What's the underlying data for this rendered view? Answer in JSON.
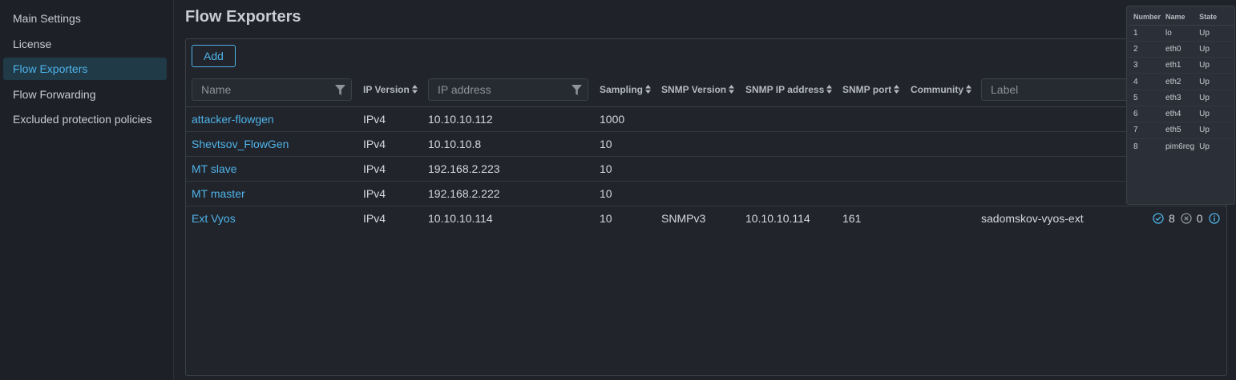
{
  "sidebar": {
    "items": [
      {
        "label": "Main Settings",
        "active": false
      },
      {
        "label": "License",
        "active": false
      },
      {
        "label": "Flow Exporters",
        "active": true
      },
      {
        "label": "Flow Forwarding",
        "active": false
      },
      {
        "label": "Excluded protection policies",
        "active": false
      }
    ]
  },
  "page": {
    "title": "Flow Exporters",
    "add_label": "Add"
  },
  "table": {
    "filters": {
      "name_placeholder": "Name",
      "ip_placeholder": "IP address",
      "label_placeholder": "Label"
    },
    "headers": {
      "ip_version": "IP Version",
      "sampling": "Sampling",
      "snmp_version": "SNMP Version",
      "snmp_ip": "SNMP IP address",
      "snmp_port": "SNMP port",
      "community": "Community"
    },
    "rows": [
      {
        "name": "attacker-flowgen",
        "ip_version": "IPv4",
        "ip": "10.10.10.112",
        "sampling": "1000",
        "snmp_version": "",
        "snmp_ip": "",
        "snmp_port": "",
        "community": "",
        "label": ""
      },
      {
        "name": "Shevtsov_FlowGen",
        "ip_version": "IPv4",
        "ip": "10.10.10.8",
        "sampling": "10",
        "snmp_version": "",
        "snmp_ip": "",
        "snmp_port": "",
        "community": "",
        "label": ""
      },
      {
        "name": "MT slave",
        "ip_version": "IPv4",
        "ip": "192.168.2.223",
        "sampling": "10",
        "snmp_version": "",
        "snmp_ip": "",
        "snmp_port": "",
        "community": "",
        "label": ""
      },
      {
        "name": "MT master",
        "ip_version": "IPv4",
        "ip": "192.168.2.222",
        "sampling": "10",
        "snmp_version": "",
        "snmp_ip": "",
        "snmp_port": "",
        "community": "",
        "label": ""
      },
      {
        "name": "Ext Vyos",
        "ip_version": "IPv4",
        "ip": "10.10.10.114",
        "sampling": "10",
        "snmp_version": "SNMPv3",
        "snmp_ip": "10.10.10.114",
        "snmp_port": "161",
        "community": "",
        "label": "sadomskov-vyos-ext",
        "status_ok": "8",
        "status_err": "0"
      }
    ]
  },
  "interfaces_popup": {
    "headers": [
      "Number",
      "Name",
      "State"
    ],
    "rows": [
      [
        "1",
        "lo",
        "Up"
      ],
      [
        "2",
        "eth0",
        "Up"
      ],
      [
        "3",
        "eth1",
        "Up"
      ],
      [
        "4",
        "eth2",
        "Up"
      ],
      [
        "5",
        "eth3",
        "Up"
      ],
      [
        "6",
        "eth4",
        "Up"
      ],
      [
        "7",
        "eth5",
        "Up"
      ],
      [
        "8",
        "pim6reg",
        "Up"
      ]
    ]
  },
  "colors": {
    "accent": "#4fb3ea",
    "background": "#1f2228",
    "sidebar_active": "#213a48"
  }
}
